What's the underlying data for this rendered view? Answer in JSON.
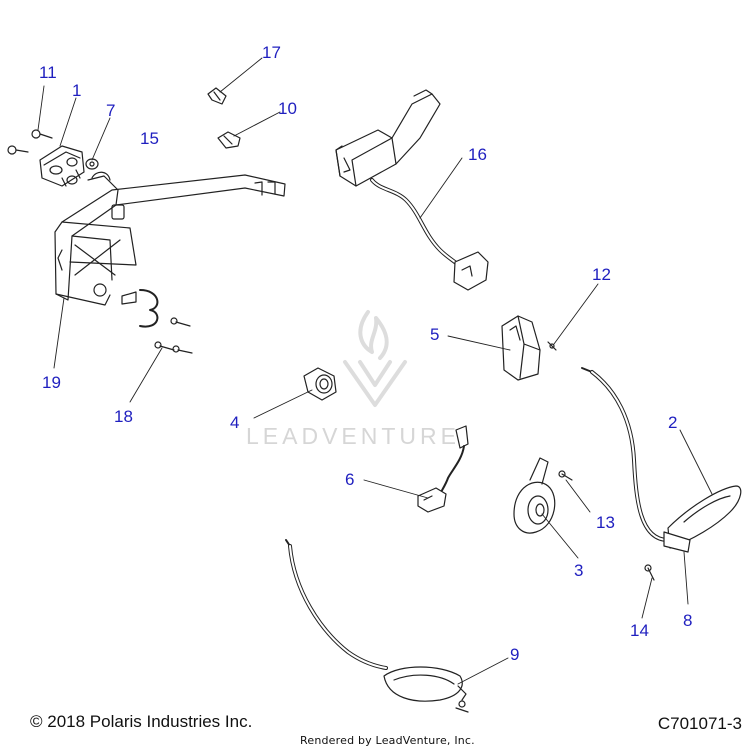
{
  "callouts": {
    "c1": "1",
    "c2": "2",
    "c3": "3",
    "c4": "4",
    "c5": "5",
    "c6": "6",
    "c7": "7",
    "c8": "8",
    "c9": "9",
    "c10": "10",
    "c11": "11",
    "c12": "12",
    "c13": "13",
    "c14": "14",
    "c15": "15",
    "c16": "16",
    "c17": "17",
    "c18": "18",
    "c19": "19"
  },
  "footer": {
    "copyright": "© 2018 Polaris Industries Inc.",
    "drawing_number": "C701071-3",
    "rendered_by": "Rendered by LeadVenture, Inc."
  },
  "watermark": {
    "text": "LEADVENTURE"
  },
  "colors": {
    "callout": "#1f1fbf",
    "line": "#222222",
    "watermark": "#d6d6d6"
  }
}
